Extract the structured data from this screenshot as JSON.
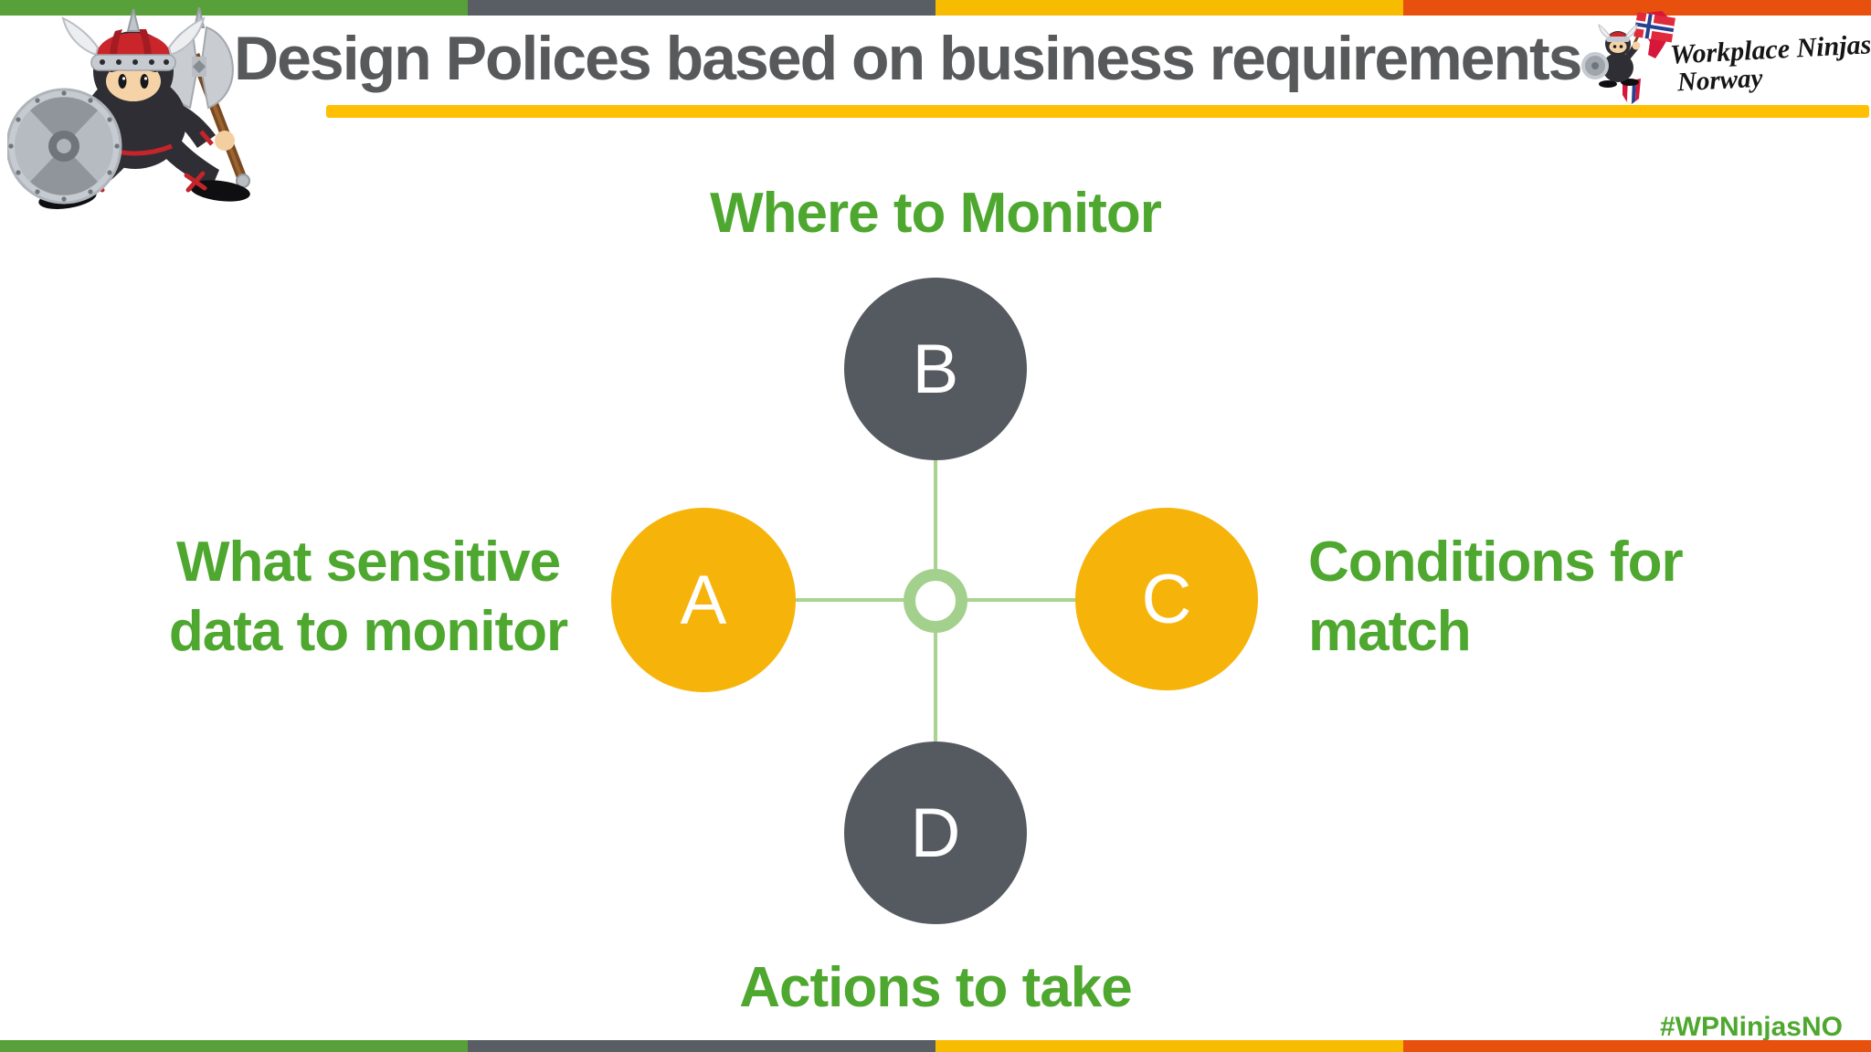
{
  "slide": {
    "title": "Design Polices based on business requirements",
    "hashtag": "#WPNinjasNO"
  },
  "logo": {
    "line1": "Workplace Ninjas",
    "line2": "Norway"
  },
  "icons": {
    "mascot": "viking-ninja-mascot",
    "logo_mark": "ninja-norway-flag-logo"
  },
  "diagram": {
    "top_label": "Where to Monitor",
    "left_label_line1": "What sensitive",
    "left_label_line2": "data to monitor",
    "right_label_line1": "Conditions for",
    "right_label_line2": "match",
    "bottom_label": "Actions to take",
    "nodes": [
      {
        "label": "A",
        "position": "left",
        "color": "#F6B40A",
        "meaning": "What sensitive data to monitor"
      },
      {
        "label": "B",
        "position": "top",
        "color": "#555A60",
        "meaning": "Where to Monitor"
      },
      {
        "label": "C",
        "position": "right",
        "color": "#F6B40A",
        "meaning": "Conditions for match"
      },
      {
        "label": "D",
        "position": "bottom",
        "color": "#555A60",
        "meaning": "Actions to take"
      }
    ]
  },
  "colors": {
    "bar_green": "#58A13A",
    "bar_gray": "#595E64",
    "bar_yellow": "#F7BB00",
    "bar_orange": "#E8500E",
    "underline_yellow": "#FFC003",
    "title_gray": "#58595B",
    "heading_green": "#4EA72E",
    "node_dark": "#555A60",
    "node_gold": "#F6B40A",
    "connector_green": "#A8D48F",
    "ring_green": "#A3D08C",
    "hashtag_green": "#4EA72E",
    "logo_red": "#D6173A"
  }
}
